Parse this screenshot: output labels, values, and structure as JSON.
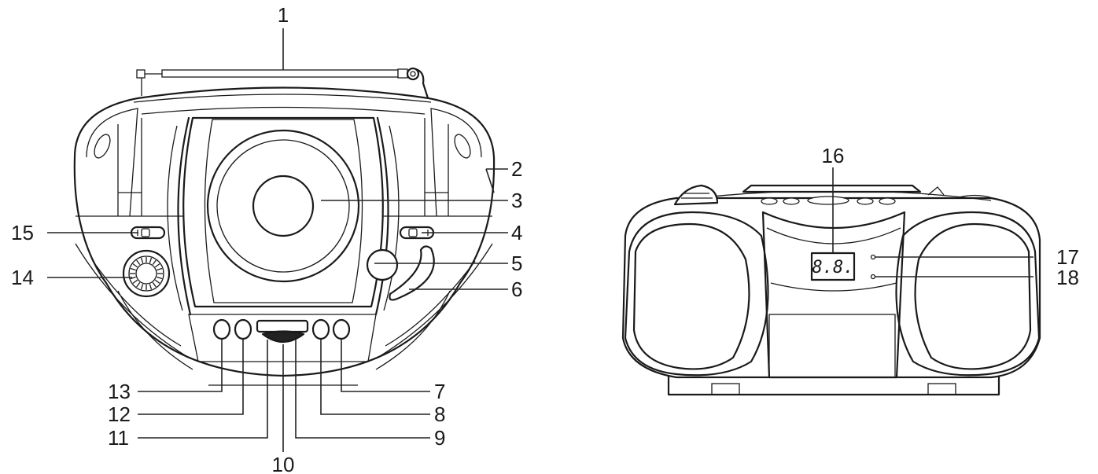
{
  "figure": {
    "front_view": "front-view",
    "rear_view": "rear-view",
    "display_readout": "8.8."
  },
  "callouts": [
    {
      "n": "1"
    },
    {
      "n": "2"
    },
    {
      "n": "3"
    },
    {
      "n": "4"
    },
    {
      "n": "5"
    },
    {
      "n": "6"
    },
    {
      "n": "7"
    },
    {
      "n": "8"
    },
    {
      "n": "9"
    },
    {
      "n": "10"
    },
    {
      "n": "11"
    },
    {
      "n": "12"
    },
    {
      "n": "13"
    },
    {
      "n": "14"
    },
    {
      "n": "15"
    },
    {
      "n": "16"
    },
    {
      "n": "17"
    },
    {
      "n": "18"
    }
  ]
}
